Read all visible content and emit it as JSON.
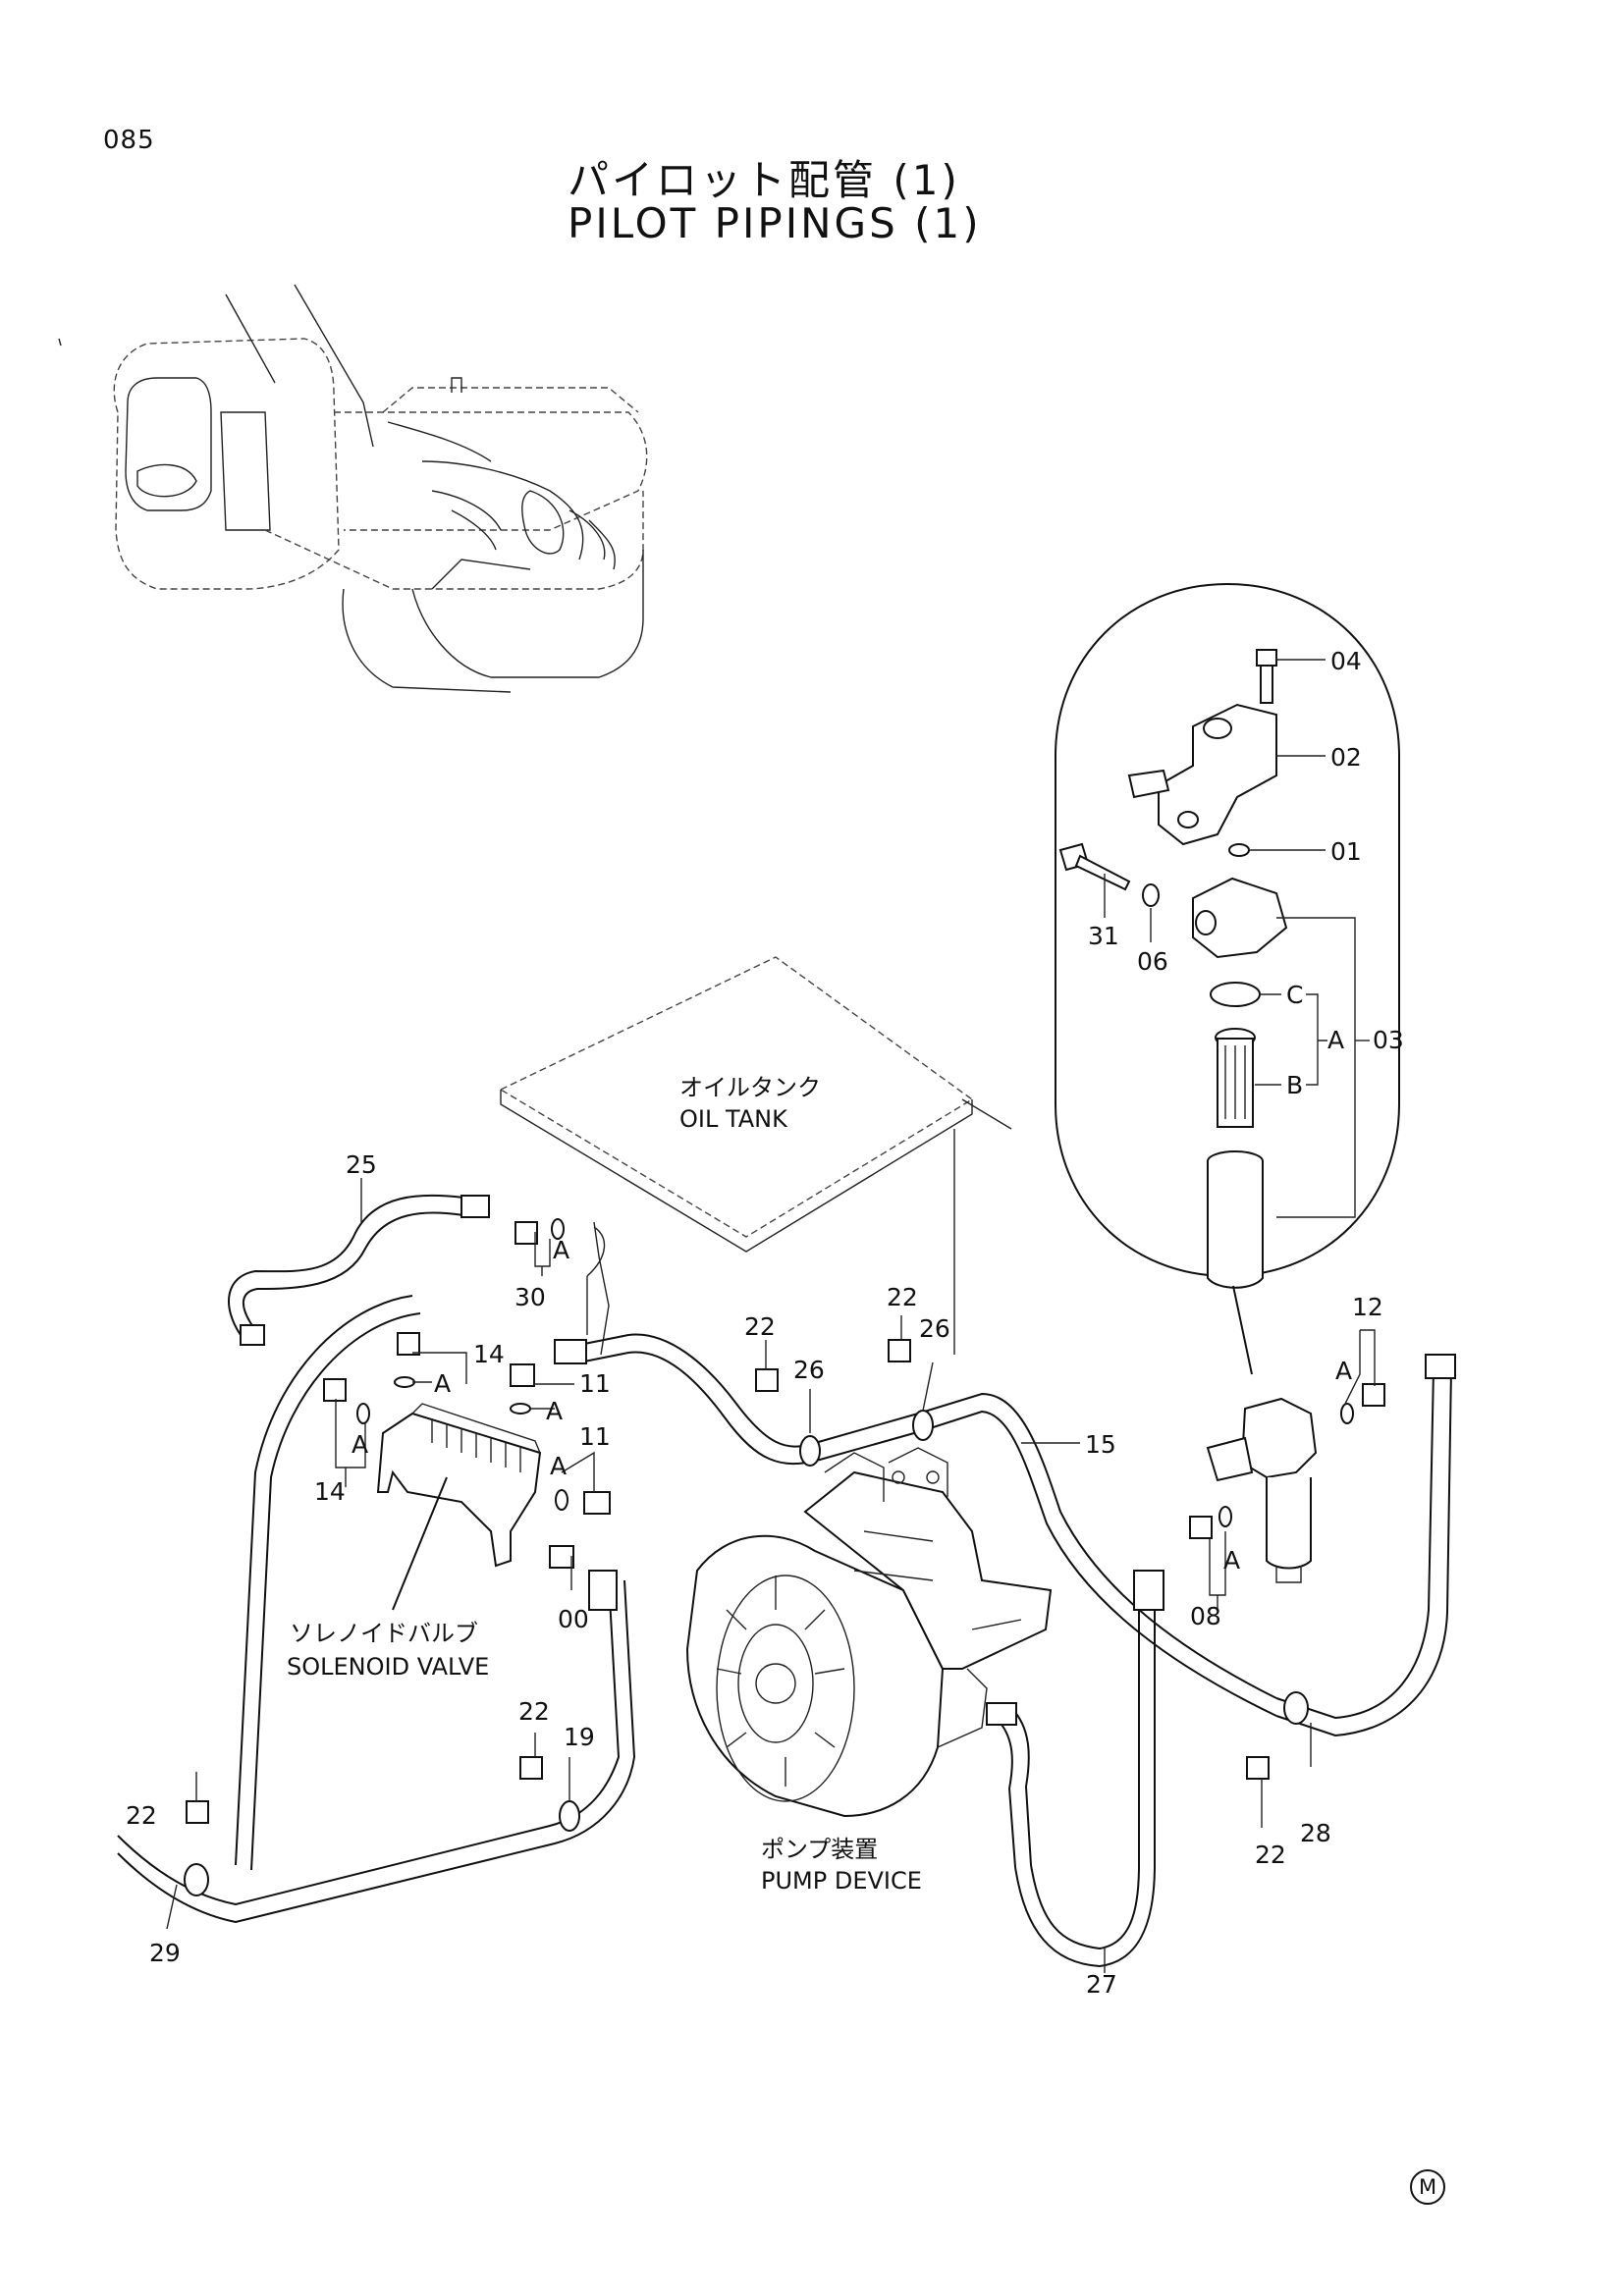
{
  "page": {
    "number": "085"
  },
  "title": {
    "ja": "パイロット配管 (1)",
    "en": "PILOT PIPINGS (1)"
  },
  "captions": {
    "oil_tank_ja": "オイルタンク",
    "oil_tank_en": "OIL TANK",
    "solenoid_ja": "ソレノイドバルブ",
    "solenoid_en": "SOLENOID VALVE",
    "pump_ja": "ポンプ装置",
    "pump_en": "PUMP DEVICE"
  },
  "callouts": {
    "c04": "04",
    "c02": "02",
    "c01": "01",
    "c31": "31",
    "c06": "06",
    "cC": "C",
    "cA03": "A",
    "c03": "03",
    "cB": "B",
    "c25": "25",
    "cA30": "A",
    "c30": "30",
    "c14a": "14",
    "cA14a": "A",
    "c11a": "11",
    "cA11a": "A",
    "c11b": "11",
    "cA11b": "A",
    "cA14b": "A",
    "c14b": "14",
    "c00": "00",
    "c22a": "22",
    "c26a": "26",
    "c22b": "22",
    "c26b": "26",
    "c15": "15",
    "c12": "12",
    "cA12": "A",
    "cA08": "A",
    "c08": "08",
    "c22c": "22",
    "c19": "19",
    "c22d": "22",
    "c29": "29",
    "c27": "27",
    "c28": "28",
    "c22e": "22"
  },
  "mark": "M"
}
